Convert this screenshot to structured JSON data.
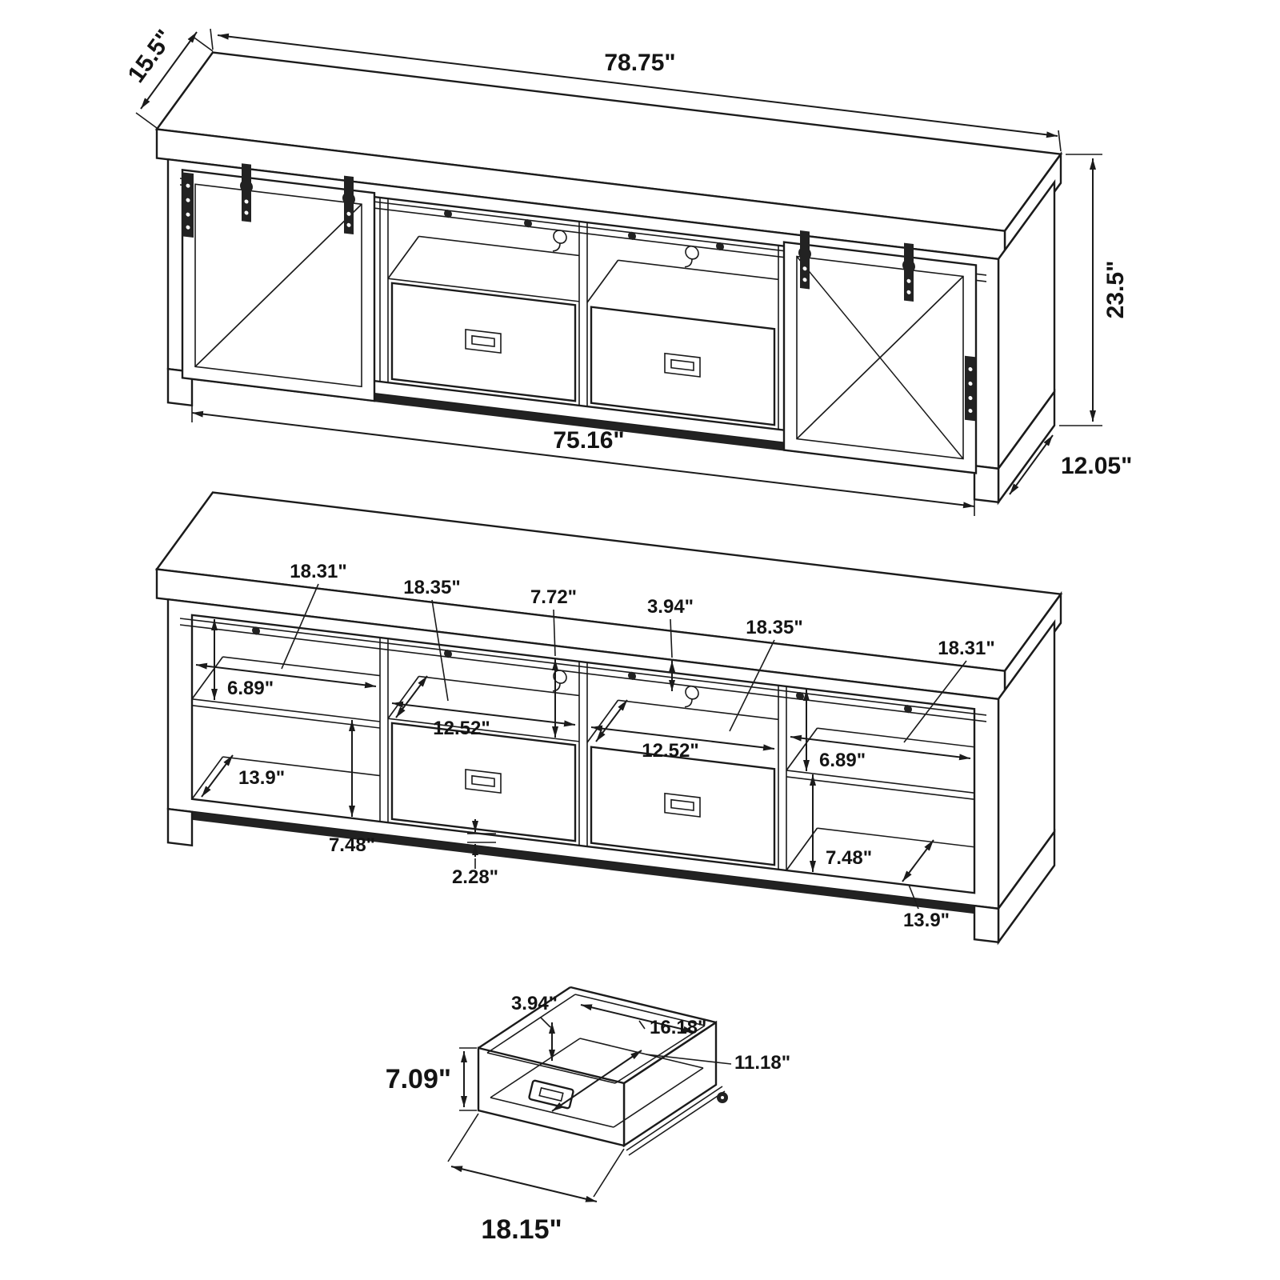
{
  "colors": {
    "line": "#1b1b1b",
    "background": "#ffffff"
  },
  "views": {
    "exterior": {
      "dims": {
        "depth": "15.5\"",
        "width": "78.75\"",
        "height": "23.5\"",
        "inner_width": "75.16\"",
        "base_depth": "12.05\""
      }
    },
    "interior": {
      "dims": {
        "left_width": "18.31\"",
        "center_left_width": "18.35\"",
        "shelf_height": "7.72\"",
        "top_gap": "3.94\"",
        "center_right_width": "18.35\"",
        "right_width": "18.31\"",
        "left_upper_height": "6.89\"",
        "center_left_depth": "12.52\"",
        "center_right_depth": "12.52\"",
        "right_upper_height": "6.89\"",
        "left_lower_depth": "13.9\"",
        "left_lower_height": "7.48\"",
        "base_height": "2.28\"",
        "right_lower_height": "7.48\"",
        "right_lower_depth": "13.9\""
      }
    },
    "drawer": {
      "dims": {
        "inner_height": "3.94\"",
        "inner_width": "16.18\"",
        "inner_depth": "11.18\"",
        "height": "7.09\"",
        "width": "18.15\""
      }
    }
  }
}
